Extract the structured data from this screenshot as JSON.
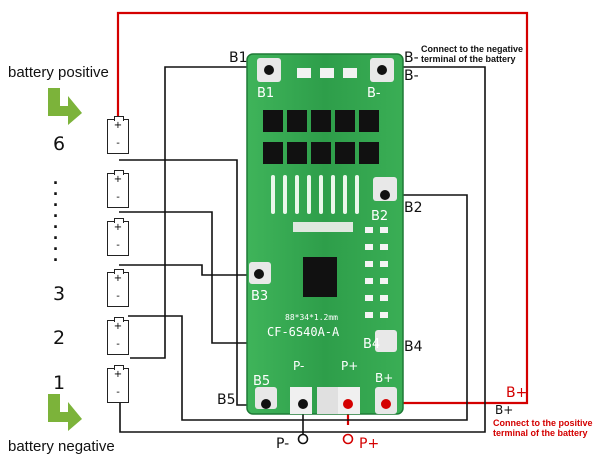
{
  "labels": {
    "battery_positive": "battery positive",
    "battery_negative": "battery negative",
    "num_6": "6",
    "num_3": "3",
    "num_2": "2",
    "num_1": "1",
    "b1": "B1",
    "b_minus_top": "B-",
    "b_minus_right": "B-",
    "b2": "B2",
    "b3": "B3",
    "b4": "B4",
    "b5": "B5",
    "b_plus_upper": "B+",
    "b_plus_lower": "B+",
    "p_minus": "P-",
    "p_plus": "P+",
    "note_negative_1": "Connect to the negative",
    "note_negative_2": "terminal of the battery",
    "note_positive_1": "Connect to the positive",
    "note_positive_2": "terminal of the battery"
  },
  "cells": [
    {
      "plus": "+",
      "minus": "-"
    },
    {
      "plus": "+",
      "minus": "-"
    },
    {
      "plus": "+",
      "minus": "-"
    },
    {
      "plus": "+",
      "minus": "-"
    },
    {
      "plus": "+",
      "minus": "-"
    },
    {
      "plus": "+",
      "minus": "-"
    }
  ],
  "board": {
    "silk_b1": "B1",
    "silk_b_minus": "B-",
    "silk_b2": "B2",
    "silk_b3": "B3",
    "silk_b4": "B4",
    "silk_b5": "B5",
    "silk_b_plus": "B+",
    "silk_p_minus": "P-",
    "silk_p_plus": "P+",
    "model": "CF-6S40A-A",
    "dimensions": "88*34*1.2mm"
  },
  "colors": {
    "wire_black": "#111111",
    "wire_red": "#d40000",
    "pcb_green": "#2e9e4a",
    "arrow_green": "#7cb33a"
  },
  "icons": {
    "positive_arrow": "green-turn-right-arrow-icon",
    "negative_arrow": "green-turn-right-arrow-icon"
  }
}
